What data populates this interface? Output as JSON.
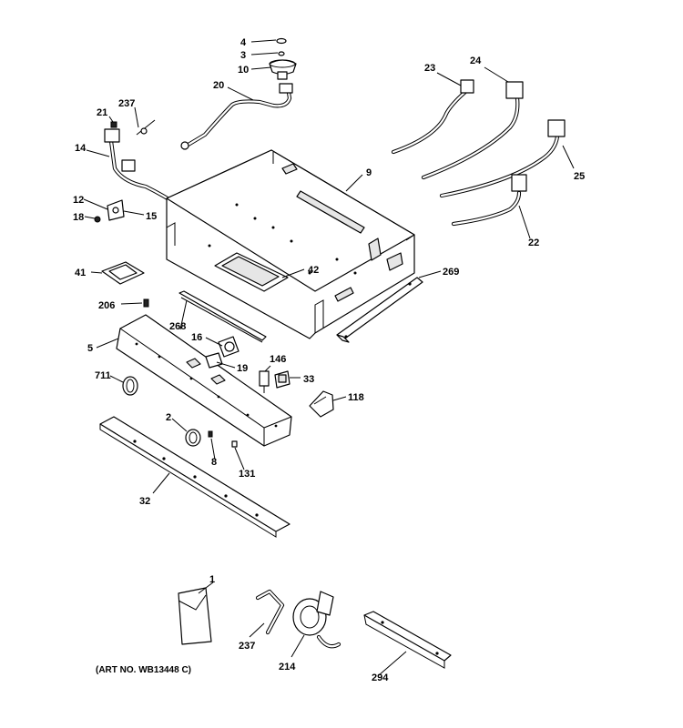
{
  "art_number": "(ART NO. WB13448 C)",
  "callouts": {
    "c4": "4",
    "c3": "3",
    "c10": "10",
    "c20": "20",
    "c237a": "237",
    "c21": "21",
    "c14": "14",
    "c12": "12",
    "c18": "18",
    "c15": "15",
    "c41": "41",
    "c206": "206",
    "c5": "5",
    "c9": "9",
    "c42": "42",
    "c268": "268",
    "c16": "16",
    "c19": "19",
    "c711": "711",
    "c2": "2",
    "c8": "8",
    "c131": "131",
    "c32": "32",
    "c146": "146",
    "c33": "33",
    "c118": "118",
    "c269": "269",
    "c23": "23",
    "c24": "24",
    "c25": "25",
    "c22": "22",
    "c1": "1",
    "c237b": "237",
    "c214": "214",
    "c294": "294"
  }
}
